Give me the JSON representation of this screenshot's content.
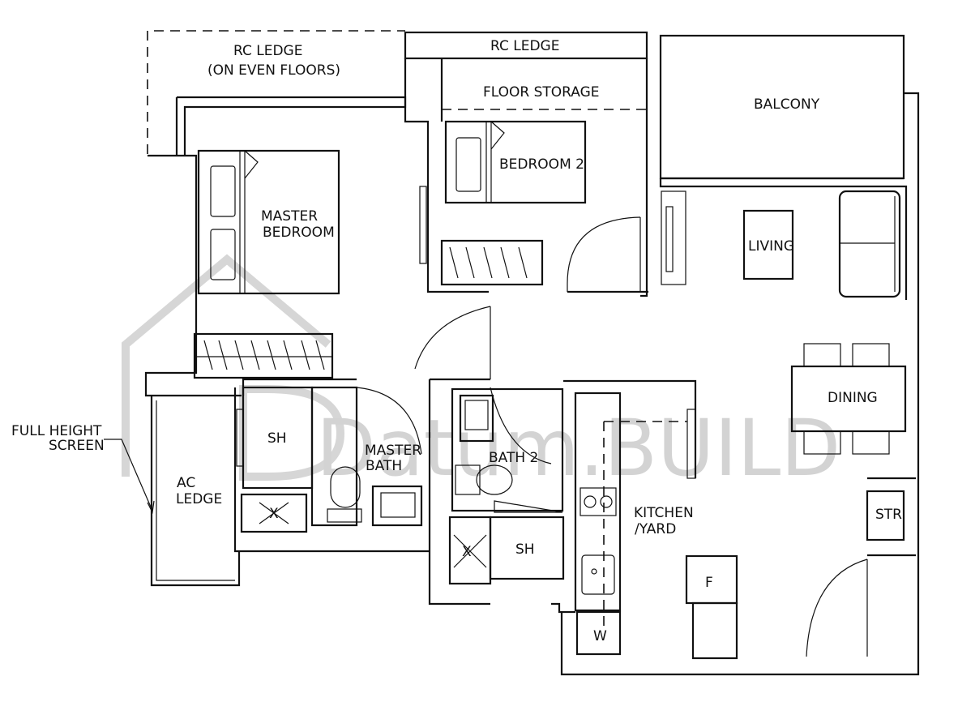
{
  "rooms": {
    "rc_ledge_left_1": "RC LEDGE",
    "rc_ledge_left_2": "(ON EVEN FLOORS)",
    "rc_ledge_top": "RC LEDGE",
    "floor_storage": "FLOOR STORAGE",
    "balcony": "BALCONY",
    "bedroom_2": "BEDROOM 2",
    "master_bedroom_1": "MASTER",
    "master_bedroom_2": "BEDROOM",
    "living": "LIVING",
    "dining": "DINING",
    "master_bath_1": "MASTER",
    "master_bath_2": "BATH",
    "bath_2": "BATH 2",
    "kitchen_1": "KITCHEN",
    "kitchen_2": "/YARD",
    "ac_ledge_1": "AC",
    "ac_ledge_2": "LEDGE",
    "full_height_1": "FULL HEIGHT",
    "full_height_2": "SCREEN",
    "sh_master": "SH",
    "sh_bath2": "SH",
    "str": "STR",
    "fridge": "F",
    "washer": "W",
    "x_master": "X",
    "x_bath2": "X"
  },
  "watermark": "Datum.BUILD"
}
